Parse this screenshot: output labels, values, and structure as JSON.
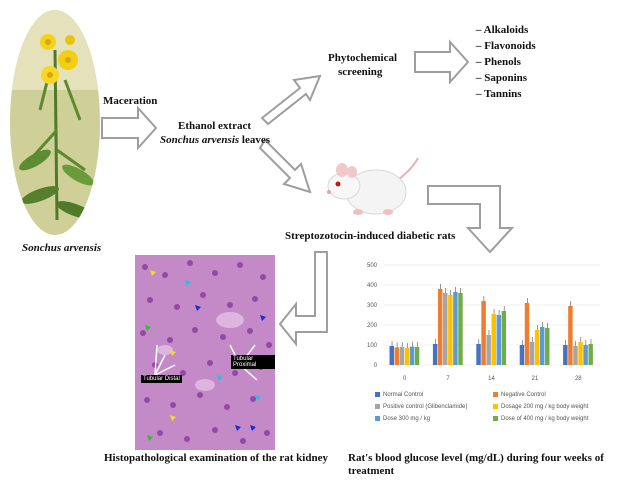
{
  "labels": {
    "plant_name": "Sonchus arvensis",
    "maceration": "Maceration",
    "extract_line1": "Ethanol extract",
    "extract_line2": "Sonchus arvensis",
    "extract_line2_suffix": " leaves",
    "phyto_line1": "Phytochemical",
    "phyto_line2": "screening",
    "rats": "Streptozotocin-induced diabetic rats",
    "kidney_caption": "Histopathological examination of the rat kidney",
    "chart_caption": "Rat's blood glucose level (mg/dL) during four weeks of treatment",
    "tag_distal": "Tubular Distal",
    "tag_proximal": "Tubular Proximal"
  },
  "phytochemicals": [
    "Alkaloids",
    "Flavonoids",
    "Phenols",
    "Saponins",
    "Tannins"
  ],
  "colors": {
    "arrow_fill": "#ffffff",
    "arrow_stroke": "#9e9e9e",
    "tissue_bg": "#c48ac8",
    "bar_normal": "#4472c4",
    "bar_negative": "#ed7d31",
    "bar_positive": "#a5a5a5",
    "bar_d200": "#ffc000",
    "bar_d300": "#5b9bd5",
    "bar_d400": "#70ad47"
  },
  "chart_data": {
    "type": "bar",
    "categories": [
      "0",
      "7",
      "14",
      "21",
      "28"
    ],
    "ylim": [
      0,
      500
    ],
    "yticks": [
      "0",
      "100",
      "200",
      "300",
      "400",
      "500"
    ],
    "series": [
      {
        "name": "Normal Control",
        "color": "#4472c4",
        "values": [
          95,
          105,
          105,
          100,
          100
        ]
      },
      {
        "name": "Negative Control",
        "color": "#ed7d31",
        "values": [
          88,
          380,
          320,
          310,
          295
        ]
      },
      {
        "name": "Positive control (Glibenclamide)",
        "color": "#a5a5a5",
        "values": [
          90,
          360,
          150,
          115,
          95
        ]
      },
      {
        "name": "Dosage 200 mg / kg body weight",
        "color": "#ffc000",
        "values": [
          85,
          350,
          255,
          175,
          115
        ]
      },
      {
        "name": "Dose 300 mg / kg",
        "color": "#5b9bd5",
        "values": [
          92,
          365,
          250,
          190,
          100
        ]
      },
      {
        "name": "Dose of 400 mg / kg body weight",
        "color": "#70ad47",
        "values": [
          90,
          360,
          270,
          185,
          105
        ]
      }
    ]
  }
}
